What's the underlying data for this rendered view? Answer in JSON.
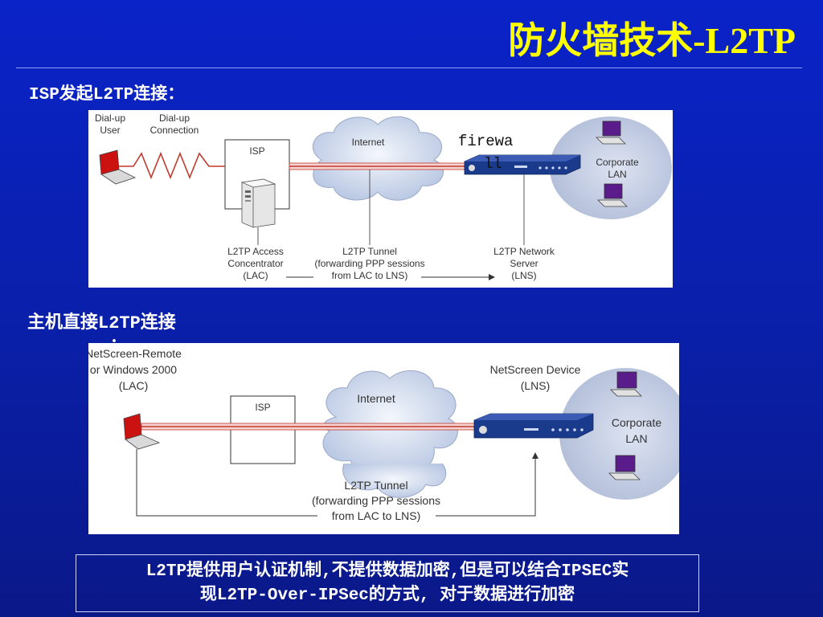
{
  "slide": {
    "title": "防火墙技术-L2TP",
    "heading1": "ISP发起L2TP连接：",
    "heading2": "主机直接L2TP连接",
    "heading2_tail": "：",
    "note_line1": "L2TP提供用户认证机制,不提供数据加密,但是可以结合IPSEC实",
    "note_line2": "现L2TP-Over-IPSec的方式, 对于数据进行加密"
  },
  "diagram1": {
    "dialup_user": [
      "Dial-up",
      "User"
    ],
    "dialup_connection": [
      "Dial-up",
      "Connection"
    ],
    "isp": "ISP",
    "internet": "Internet",
    "firewall_label": [
      "firewa",
      "ll"
    ],
    "corporate_lan": [
      "Corporate",
      "LAN"
    ],
    "lac": [
      "L2TP Access",
      "Concentrator",
      "(LAC)"
    ],
    "tunnel": [
      "L2TP Tunnel",
      "(forwarding PPP sessions",
      "from LAC to LNS)"
    ],
    "lns": [
      "L2TP Network",
      "Server",
      "(LNS)"
    ]
  },
  "diagram2": {
    "client": [
      "NetScreen-Remote",
      "or Windows 2000",
      "(LAC)"
    ],
    "isp": "ISP",
    "internet": "Internet",
    "device": [
      "NetScreen Device",
      "(LNS)"
    ],
    "corporate_lan": [
      "Corporate",
      "LAN"
    ],
    "tunnel": [
      "L2TP Tunnel",
      "(forwarding PPP sessions",
      "from LAC to LNS)"
    ]
  },
  "colors": {
    "background": "#0a23c8",
    "title": "#ffff00",
    "tunnel_line": "#c0392b",
    "device": "#1a3a8c",
    "lan_ellipse": "#c8d0e6",
    "cloud": "#c9d5ea"
  }
}
